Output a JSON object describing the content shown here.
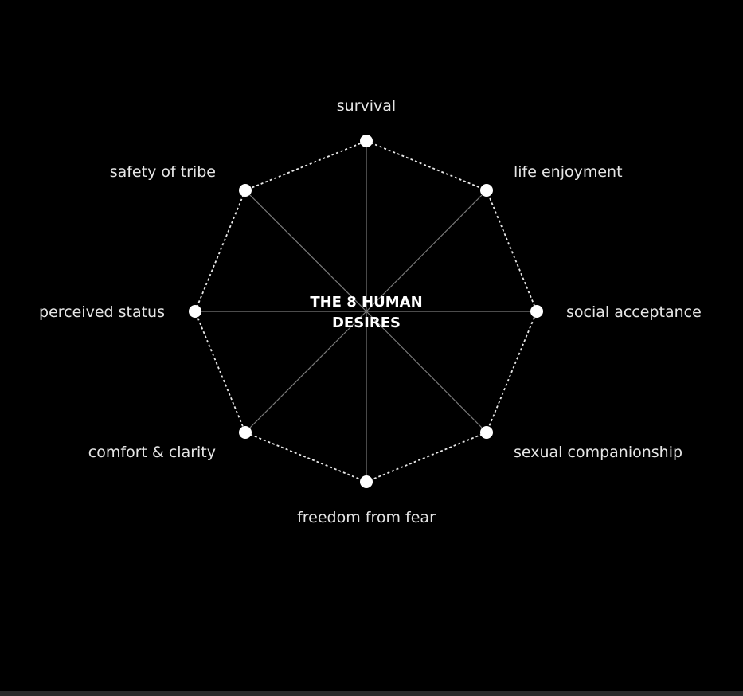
{
  "title_lines": [
    "THE 8 HUMAN",
    "DESIRES"
  ],
  "desires": [
    {
      "id": "survival",
      "label": "survival"
    },
    {
      "id": "life-enjoyment",
      "label": "life enjoyment"
    },
    {
      "id": "social-acceptance",
      "label": "social acceptance"
    },
    {
      "id": "sexual-companionship",
      "label": "sexual companionship"
    },
    {
      "id": "freedom-from-fear",
      "label": "freedom from fear"
    },
    {
      "id": "comfort-clarity",
      "label": "comfort & clarity"
    },
    {
      "id": "perceived-status",
      "label": "perceived status"
    },
    {
      "id": "safety-of-tribe",
      "label": "safety of tribe"
    }
  ],
  "colors": {
    "background": "#000000",
    "node": "#ffffff",
    "rim": "#e8e8e8",
    "spoke": "#7a7a7a",
    "label": "#e6e6e6"
  }
}
